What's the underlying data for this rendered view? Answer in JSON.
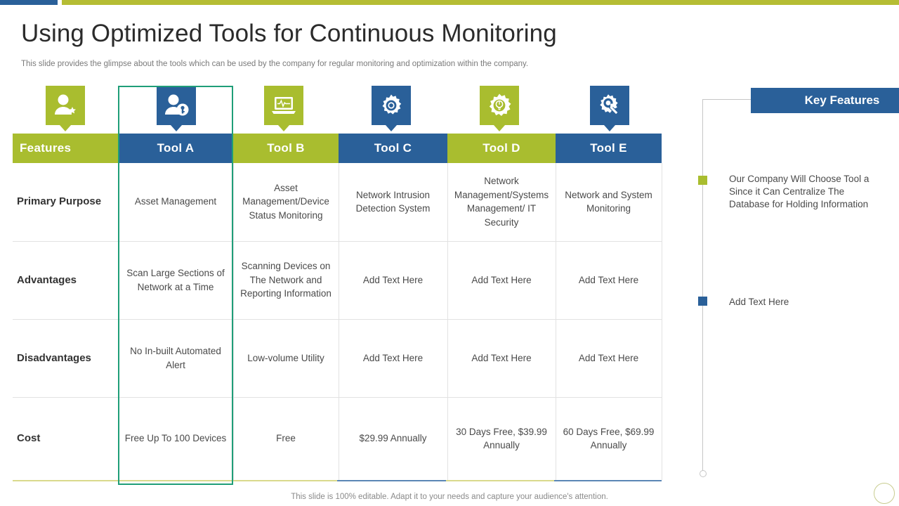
{
  "slide": {
    "title": "Using Optimized Tools for Continuous Monitoring",
    "subtitle": "This slide provides the glimpse about the tools which can be used by the company for regular monitoring and optimization within the company.",
    "footer_note": "This slide is 100% editable. Adapt it to your needs and capture your audience's attention."
  },
  "colors": {
    "green": "#a9bd2f",
    "blue": "#2a6099",
    "highlight": "#1f9e78",
    "text": "#4a4a4a"
  },
  "icons": [
    {
      "name": "user-star-icon",
      "theme": "green"
    },
    {
      "name": "user-key-icon",
      "theme": "blue"
    },
    {
      "name": "laptop-pulse-icon",
      "theme": "green"
    },
    {
      "name": "gear-icon",
      "theme": "blue"
    },
    {
      "name": "gear-bulb-icon",
      "theme": "green"
    },
    {
      "name": "gear-wrench-icon",
      "theme": "blue"
    }
  ],
  "table": {
    "headers": [
      {
        "label": "Features",
        "theme": "green"
      },
      {
        "label": "Tool A",
        "theme": "blue"
      },
      {
        "label": "Tool B",
        "theme": "green"
      },
      {
        "label": "Tool C",
        "theme": "blue"
      },
      {
        "label": "Tool D",
        "theme": "green"
      },
      {
        "label": "Tool E",
        "theme": "blue"
      }
    ],
    "rows": [
      {
        "label": "Primary Purpose",
        "cells": [
          "Asset Management",
          "Asset Management/Device Status Monitoring",
          "Network Intrusion Detection System",
          "Network Management/Systems Management/ IT Security",
          "Network and System Monitoring"
        ]
      },
      {
        "label": "Advantages",
        "cells": [
          "Scan Large Sections of Network at a Time",
          "Scanning Devices on The Network and Reporting Information",
          "Add Text Here",
          "Add Text Here",
          "Add Text Here"
        ]
      },
      {
        "label": "Disadvantages",
        "cells": [
          "No In-built Automated Alert",
          "Low-volume Utility",
          "Add Text Here",
          "Add Text Here",
          "Add Text Here"
        ]
      },
      {
        "label": "Cost",
        "cells": [
          "Free Up To 100 Devices",
          "Free",
          "$29.99 Annually",
          "30 Days Free, $39.99 Annually",
          "60 Days Free, $69.99 Annually"
        ]
      }
    ]
  },
  "key_features": {
    "banner_title": "Key Features",
    "bullets": [
      {
        "theme": "green",
        "text": "Our Company Will Choose Tool a Since it Can Centralize The Database for Holding Information"
      },
      {
        "theme": "blue",
        "text": "Add Text Here"
      }
    ]
  }
}
